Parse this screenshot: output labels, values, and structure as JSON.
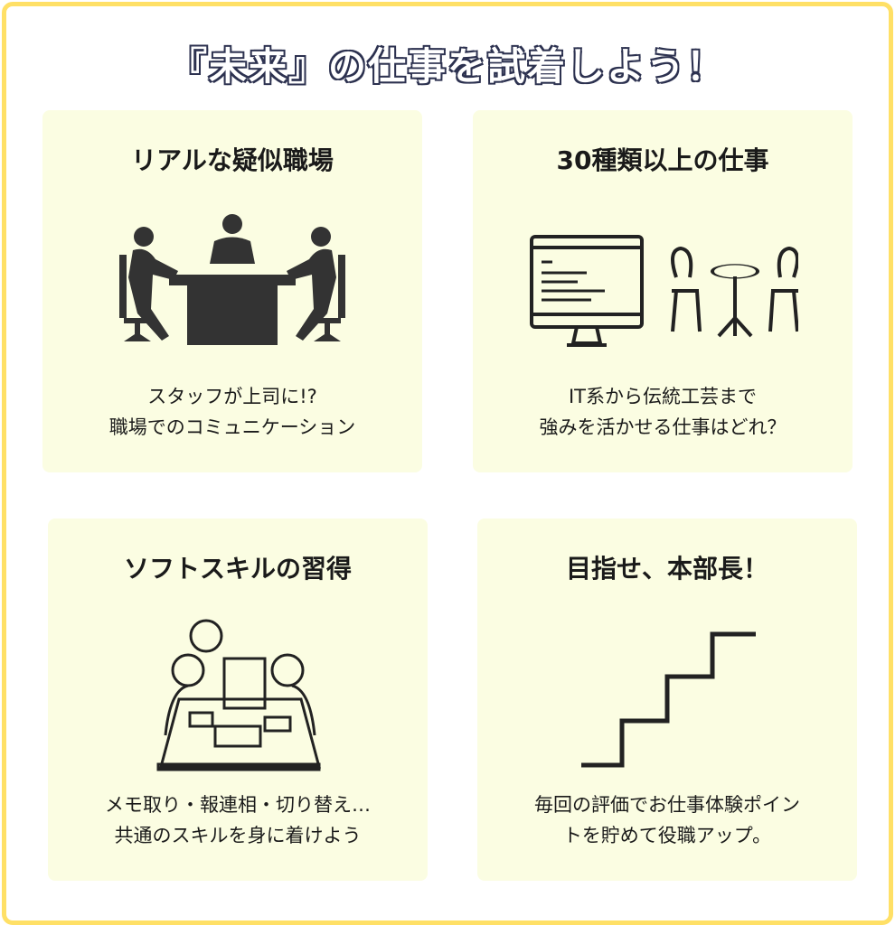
{
  "title": "『未来』の仕事を試着しよう！",
  "cards": [
    {
      "heading": "リアルな疑似職場",
      "line1": "スタッフが上司に!?",
      "line2": "職場でのコミュニケーション",
      "icon": "meeting-icon"
    },
    {
      "heading": "30種類以上の仕事",
      "line1": "IT系から伝統工芸まで",
      "line2": "強みを活かせる仕事はどれ？",
      "icon": "computer-and-cafe-icon"
    },
    {
      "heading": "ソフトスキルの習得",
      "line1": "メモ取り・報連相・切り替え…",
      "line2": "共通のスキルを身に着けよう",
      "icon": "teamwork-icon"
    },
    {
      "heading": "目指せ、本部長！",
      "line1": "毎回の評価でお仕事体験ポイン",
      "line2": "トを貯めて役職アップ。",
      "icon": "stairs-icon"
    }
  ],
  "colors": {
    "border": "#ffe066",
    "card": "#fbfde2",
    "title_outline": "#2d3250"
  }
}
